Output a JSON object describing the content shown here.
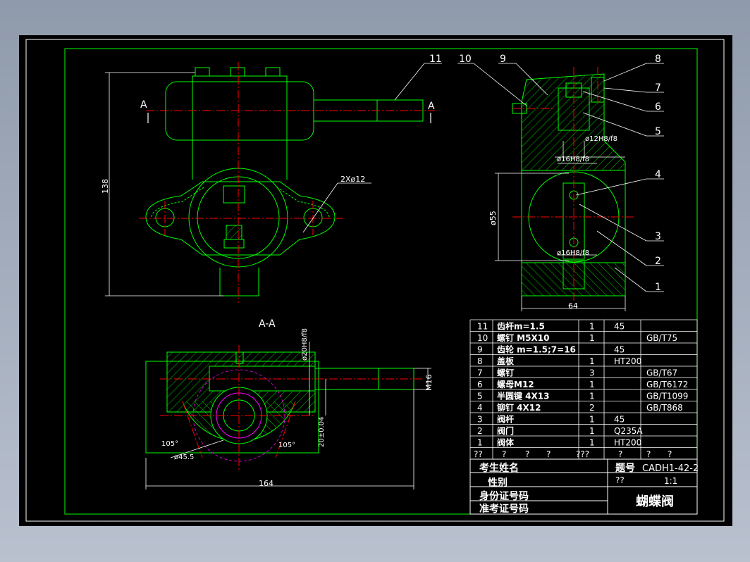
{
  "view_labels": {
    "section_left": "A",
    "section_right": "A",
    "section_title": "A-A"
  },
  "dimensions": {
    "height_138": "138",
    "hole_2x12": "2Xø12",
    "dia_55": "ø55",
    "width_64": "64",
    "fit_12": "ø12H8/f8",
    "fit_16_top": "ø16H8/f8",
    "fit_16_bot": "ø16H8/f8",
    "fit_20": "ø20H8/f8",
    "thread_m16": "M16",
    "dim_20": "20±0.04",
    "angle_left": "105°",
    "angle_right": "105°",
    "dia_455": "ø45.5",
    "width_164": "164"
  },
  "balloons": [
    "11",
    "10",
    "9",
    "8",
    "7",
    "6",
    "5",
    "4",
    "3",
    "2",
    "1"
  ],
  "bom": [
    {
      "no": "11",
      "name": "齿杆m=1.5",
      "qty": "1",
      "mat": "45",
      "std": ""
    },
    {
      "no": "10",
      "name": "螺钉 M5X10",
      "qty": "1",
      "mat": "",
      "std": "GB/T75"
    },
    {
      "no": "9",
      "name": "齿轮  m=1.5;7=16",
      "qty": "",
      "mat": "45",
      "std": ""
    },
    {
      "no": "8",
      "name": "盖板",
      "qty": "1",
      "mat": "HT200",
      "std": ""
    },
    {
      "no": "7",
      "name": "螺钉",
      "qty": "3",
      "mat": "",
      "std": "GB/T67"
    },
    {
      "no": "6",
      "name": "螺母M12",
      "qty": "1",
      "mat": "",
      "std": "GB/T6172"
    },
    {
      "no": "5",
      "name": "半圆键 4X13",
      "qty": "1",
      "mat": "",
      "std": "GB/T1099"
    },
    {
      "no": "4",
      "name": "铆钉 4X12",
      "qty": "2",
      "mat": "",
      "std": "GB/T868"
    },
    {
      "no": "3",
      "name": "阀杆",
      "qty": "1",
      "mat": "45",
      "std": ""
    },
    {
      "no": "2",
      "name": "阀门",
      "qty": "1",
      "mat": "Q235A",
      "std": ""
    },
    {
      "no": "1",
      "name": "阀体",
      "qty": "1",
      "mat": "HT200",
      "std": ""
    }
  ],
  "header_row": [
    "??",
    "?",
    "?",
    "?",
    "???",
    "?",
    "?",
    "?"
  ],
  "title_block": {
    "student_name": "考生姓名",
    "title_no_label": "题号",
    "title_no": "CADH1-42-2",
    "gender": "性别",
    "gender_val": "??",
    "scale": "1:1",
    "id_no": "身份证号码",
    "exam_no": "准考证号码",
    "drawing_name": "蝴蝶阀"
  },
  "colors": {
    "frame": "#00ff00",
    "outline": "#00ff00",
    "centerline": "#ff0000",
    "text": "#ffffff",
    "hidden": "#ff00ff",
    "background": "#000000"
  }
}
